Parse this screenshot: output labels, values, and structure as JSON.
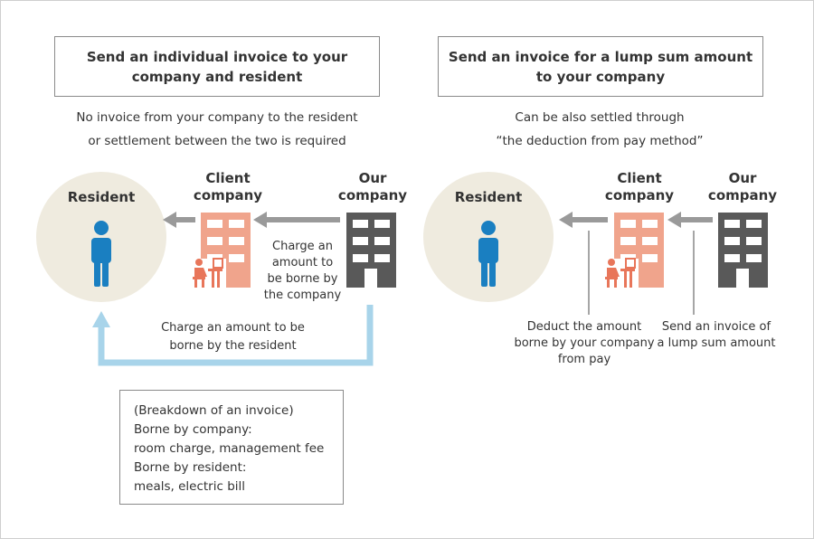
{
  "colors": {
    "circle": "#efebdf",
    "person": "#1a7fc1",
    "client_building": "#f0a48c",
    "our_building": "#595959",
    "gray_arrow": "#9a9a9a",
    "blue_arrow": "#a8d4ea",
    "desk_worker": "#e8765a"
  },
  "left": {
    "title": "Send an individual invoice to your\ncompany and resident",
    "note": "No invoice from your company to the resident\nor settlement between the two is required",
    "resident_label": "Resident",
    "client_label": "Client\ncompany",
    "our_label": "Our\ncompany",
    "charge_company": "Charge an\namount to\nbe borne by\nthe company",
    "charge_resident": "Charge an amount to be\nborne by the resident",
    "breakdown": {
      "heading": "(Breakdown of an invoice)",
      "line1": "Borne by company:",
      "line2": "room charge, management fee",
      "line3": "Borne by resident:",
      "line4": "meals, electric bill"
    }
  },
  "right": {
    "title": "Send an invoice for a lump sum amount\nto your company",
    "note": "Can be also settled through\n“the deduction from pay method”",
    "resident_label": "Resident",
    "client_label": "Client\ncompany",
    "our_label": "Our\ncompany",
    "deduct": "Deduct the amount\nborne by your company\nfrom pay",
    "lump": "Send an invoice of\na lump sum amount"
  }
}
